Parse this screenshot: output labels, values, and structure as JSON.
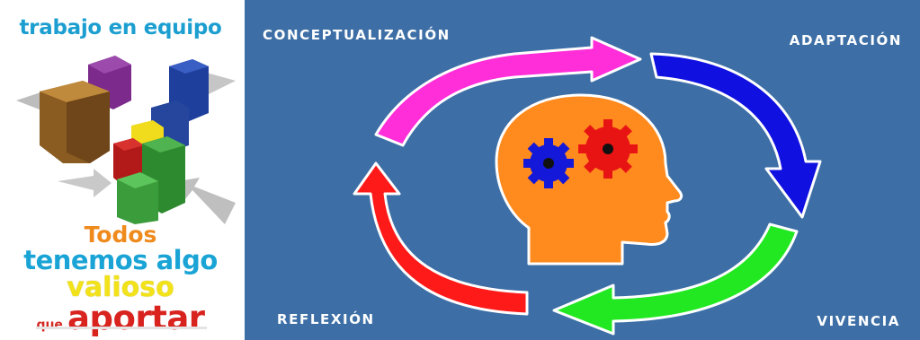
{
  "poster": {
    "title": "trabajo en equipo",
    "slogan": {
      "line1": "Todos",
      "line2": "tenemos algo",
      "line3": "valioso",
      "line4_small": "que",
      "line4_big": "aportar"
    }
  },
  "diagram": {
    "stages": {
      "conceptualizacion": "CONCEPTUALIZACIÓN",
      "adaptacion": "ADAPTACIÓN",
      "reflexion": "REFLEXIÓN",
      "vivencia": "VIVENCIA"
    },
    "colors": {
      "background": "#3d6fa6",
      "conceptualizacion_arrow": "#ff2ed8",
      "adaptacion_arrow": "#1010e0",
      "vivencia_arrow": "#22e822",
      "reflexion_arrow": "#ff1a1a",
      "head": "#ff8a1e",
      "gear_blue": "#1418d8",
      "gear_red": "#e81414"
    }
  }
}
